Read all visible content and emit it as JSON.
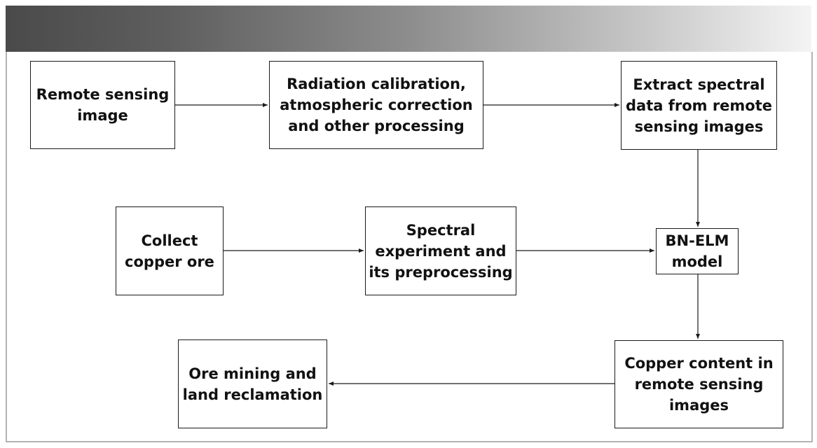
{
  "colors": {
    "header_dark": "#4a4a4a",
    "header_light": "#f4f4f4",
    "box_border": "#1a1a1a",
    "text": "#111111",
    "frame_border": "#b3b3b3"
  },
  "nodes": {
    "remote_sensing_image": "Remote sensing\nimage",
    "radiation_calibration": "Radiation calibration,\natmospheric correction\nand other processing",
    "extract_spectral": "Extract spectral\ndata from remote\nsensing images",
    "collect_copper_ore": "Collect\ncopper ore",
    "spectral_experiment": "Spectral\nexperiment and\nits preprocessing",
    "bn_elm_model": "BN-ELM\nmodel",
    "copper_content": "Copper content in\nremote sensing\nimages",
    "ore_mining": "Ore mining and\nland reclamation"
  },
  "edges": [
    {
      "from": "remote_sensing_image",
      "to": "radiation_calibration"
    },
    {
      "from": "radiation_calibration",
      "to": "extract_spectral"
    },
    {
      "from": "extract_spectral",
      "to": "bn_elm_model"
    },
    {
      "from": "collect_copper_ore",
      "to": "spectral_experiment"
    },
    {
      "from": "spectral_experiment",
      "to": "bn_elm_model"
    },
    {
      "from": "bn_elm_model",
      "to": "copper_content"
    },
    {
      "from": "copper_content",
      "to": "ore_mining"
    }
  ]
}
